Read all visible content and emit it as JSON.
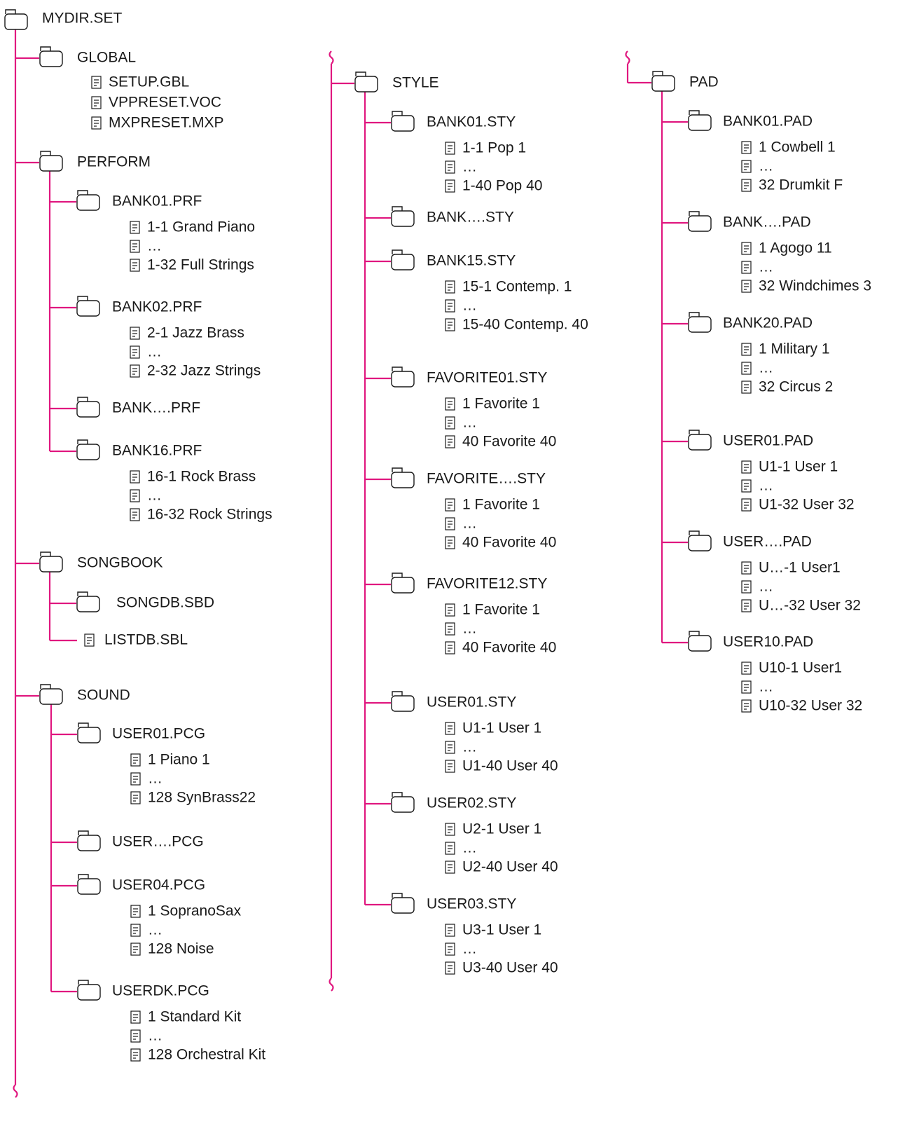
{
  "colors": {
    "line": "#e0177f",
    "text": "#1a1a1a",
    "icon_stroke": "#1a1a1a"
  },
  "icons": {
    "folder": "folder-icon",
    "file": "file-icon"
  },
  "root": "MYDIR.SET",
  "global": {
    "name": "GLOBAL",
    "files": [
      "SETUP.GBL",
      "VPPRESET.VOC",
      "MXPRESET.MXP"
    ]
  },
  "perform": {
    "name": "PERFORM",
    "banks": [
      {
        "name": "BANK01.PRF",
        "files": [
          "1-1 Grand Piano",
          "…",
          "1-32 Full Strings"
        ]
      },
      {
        "name": "BANK02.PRF",
        "files": [
          "2-1 Jazz Brass",
          "…",
          "2-32 Jazz Strings"
        ]
      },
      {
        "name": "BANK….PRF",
        "files": []
      },
      {
        "name": "BANK16.PRF",
        "files": [
          "16-1 Rock Brass",
          "…",
          "16-32 Rock Strings"
        ]
      }
    ]
  },
  "songbook": {
    "name": "SONGBOOK",
    "folder": "SONGDB.SBD",
    "file": "LISTDB.SBL"
  },
  "sound": {
    "name": "SOUND",
    "banks": [
      {
        "name": "USER01.PCG",
        "files": [
          "1 Piano 1",
          "…",
          "128 SynBrass22"
        ]
      },
      {
        "name": "USER….PCG",
        "files": []
      },
      {
        "name": "USER04.PCG",
        "files": [
          "1 SopranoSax",
          "…",
          "128 Noise"
        ]
      },
      {
        "name": "USERDK.PCG",
        "files": [
          "1 Standard Kit",
          "…",
          "128 Orchestral Kit"
        ]
      }
    ]
  },
  "style": {
    "name": "STYLE",
    "banks": [
      {
        "name": "BANK01.STY",
        "files": [
          "1-1 Pop 1",
          "…",
          "1-40 Pop 40"
        ]
      },
      {
        "name": "BANK….STY",
        "files": []
      },
      {
        "name": "BANK15.STY",
        "files": [
          "15-1 Contemp. 1",
          "…",
          "15-40 Contemp. 40"
        ]
      },
      {
        "name": "FAVORITE01.STY",
        "files": [
          "1 Favorite 1",
          "…",
          "40 Favorite 40"
        ]
      },
      {
        "name": "FAVORITE….STY",
        "files": [
          "1 Favorite 1",
          "…",
          "40 Favorite 40"
        ]
      },
      {
        "name": "FAVORITE12.STY",
        "files": [
          "1 Favorite 1",
          "…",
          "40 Favorite 40"
        ]
      },
      {
        "name": "USER01.STY",
        "files": [
          "U1-1 User 1",
          "…",
          "U1-40 User 40"
        ]
      },
      {
        "name": "USER02.STY",
        "files": [
          "U2-1 User 1",
          "…",
          "U2-40 User 40"
        ]
      },
      {
        "name": "USER03.STY",
        "files": [
          "U3-1 User 1",
          "…",
          "U3-40 User 40"
        ]
      }
    ]
  },
  "pad": {
    "name": "PAD",
    "banks": [
      {
        "name": "BANK01.PAD",
        "files": [
          "1 Cowbell 1",
          "…",
          "32 Drumkit F"
        ]
      },
      {
        "name": "BANK….PAD",
        "files": [
          "1 Agogo 11",
          "…",
          "32 Windchimes 3"
        ]
      },
      {
        "name": "BANK20.PAD",
        "files": [
          "1 Military 1",
          "…",
          "32 Circus 2"
        ]
      },
      {
        "name": "USER01.PAD",
        "files": [
          "U1-1 User 1",
          "…",
          "U1-32 User 32"
        ]
      },
      {
        "name": "USER….PAD",
        "files": [
          "U…-1 User1",
          "…",
          "U…-32 User 32"
        ]
      },
      {
        "name": "USER10.PAD",
        "files": [
          "U10-1 User1",
          "…",
          "U10-32 User 32"
        ]
      }
    ]
  }
}
